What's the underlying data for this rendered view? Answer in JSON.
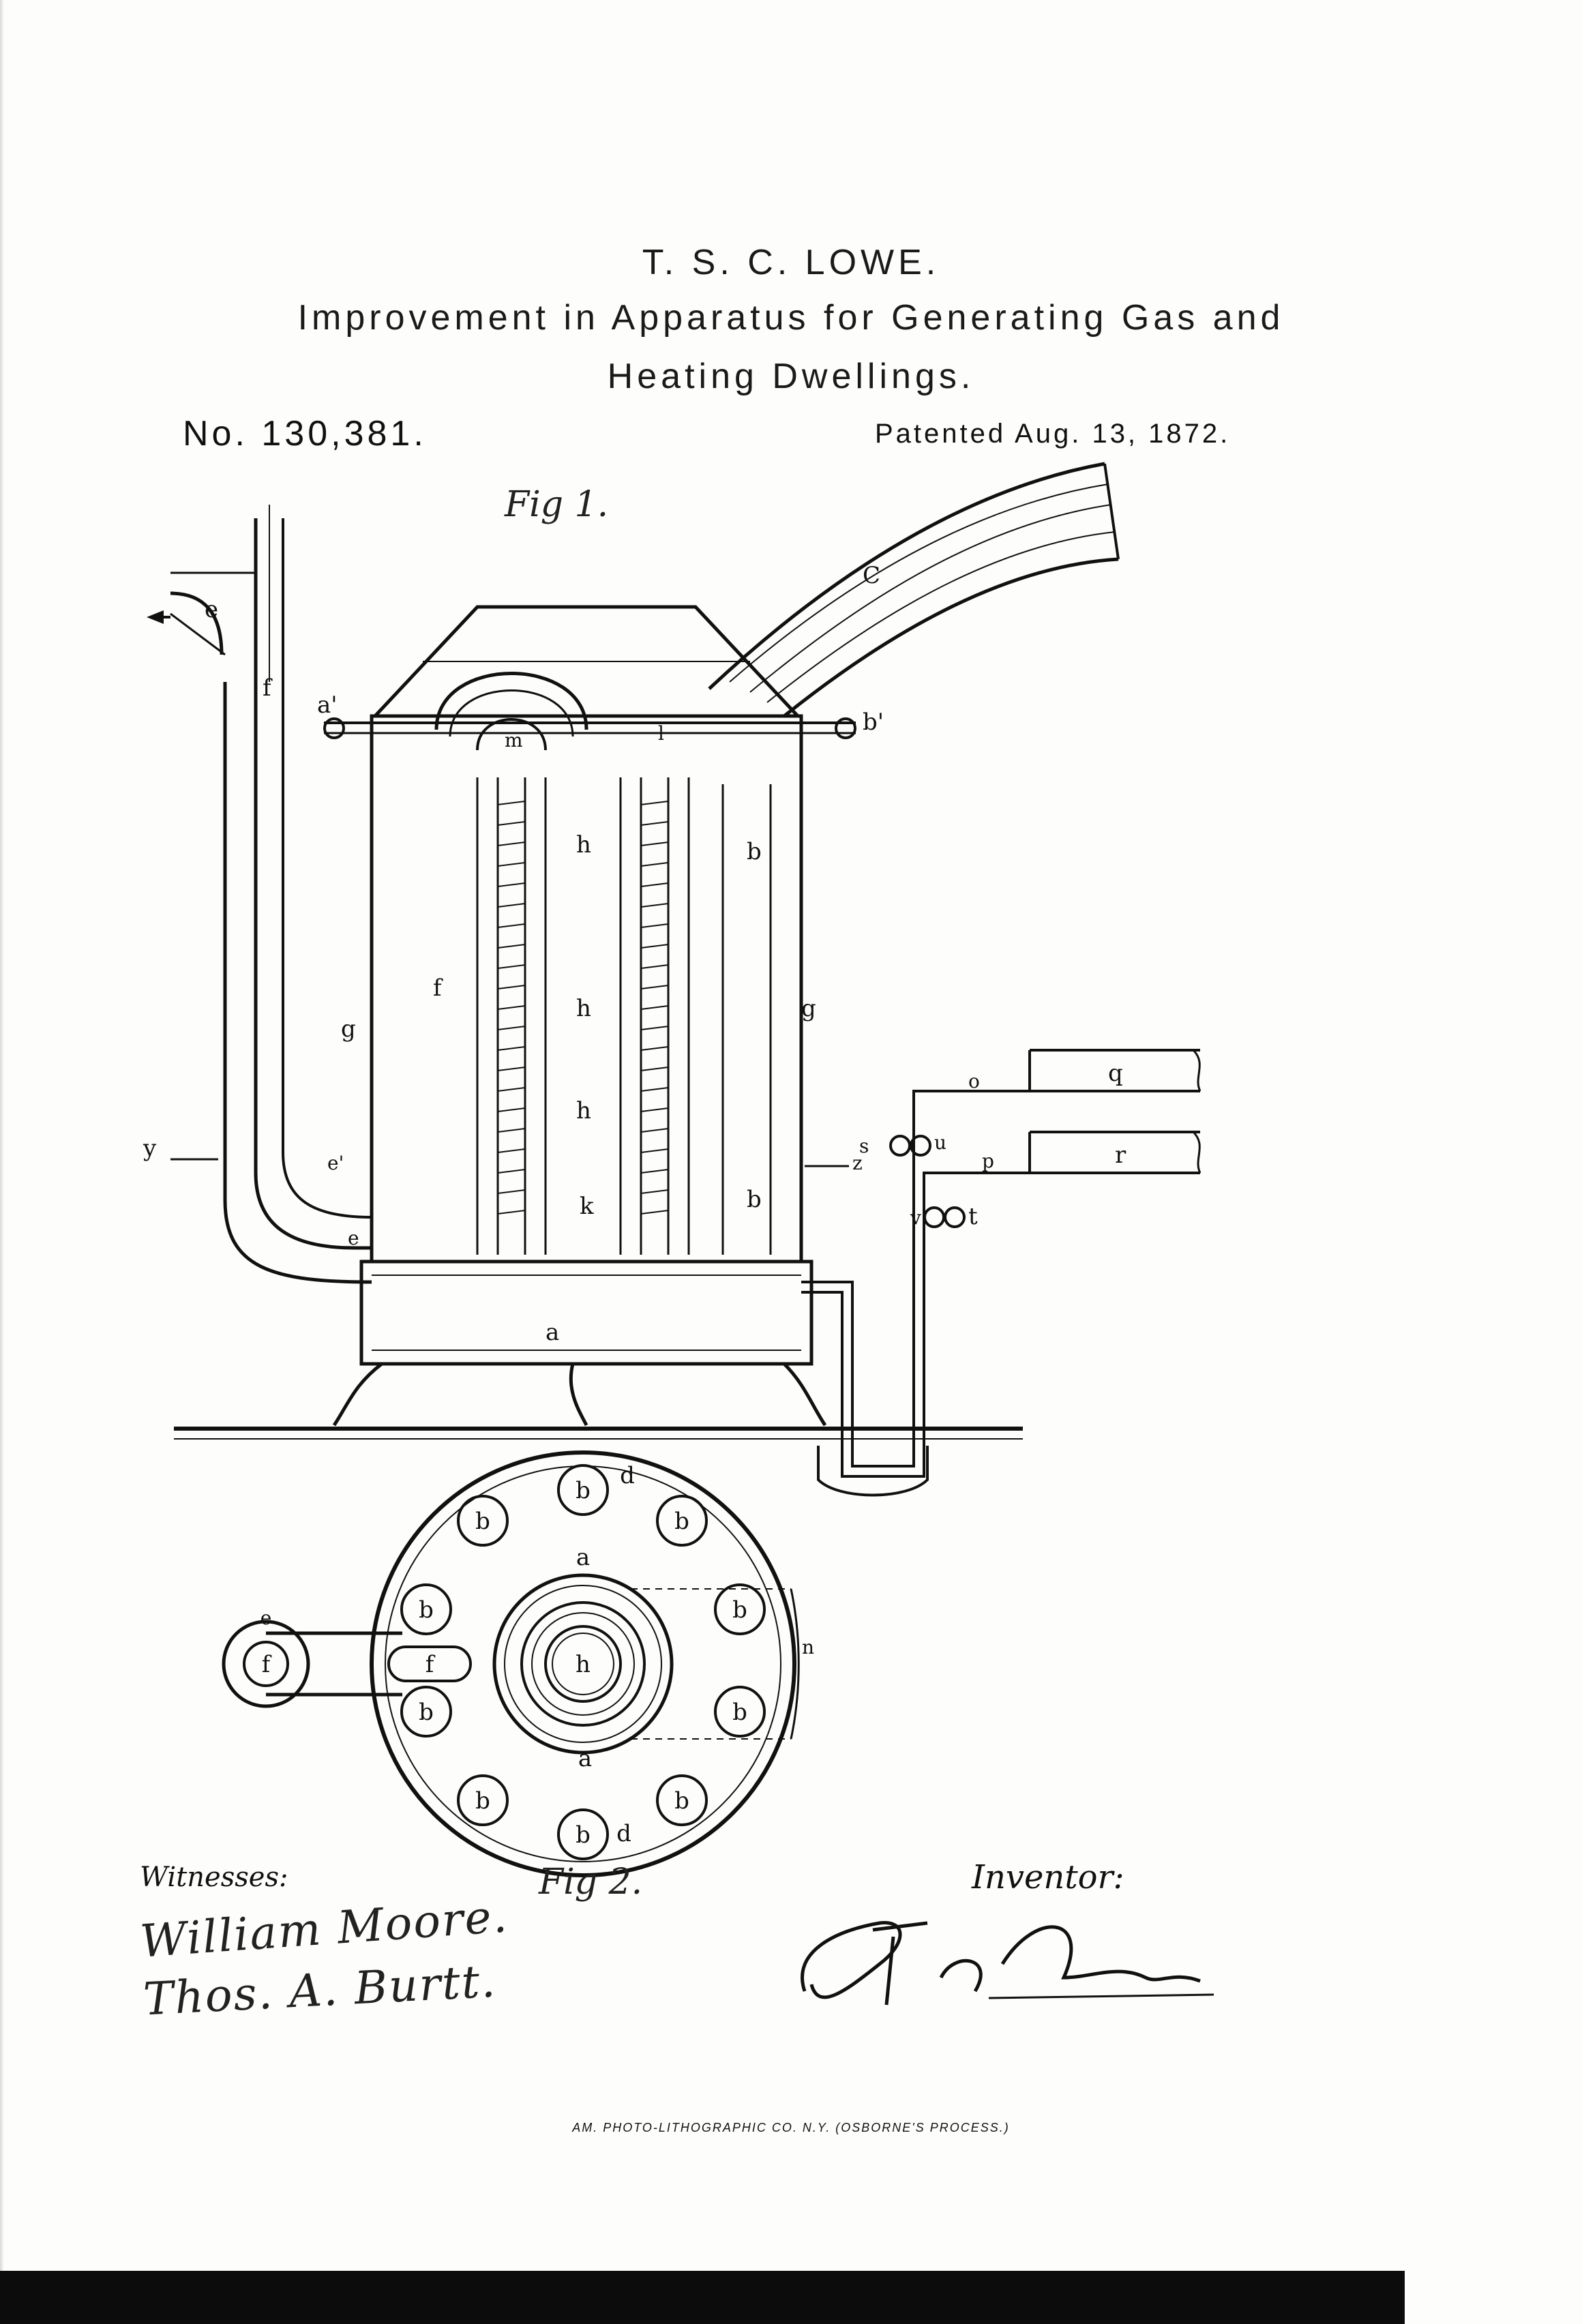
{
  "header": {
    "inventor": "T. S. C. LOWE.",
    "title_line1": "Improvement in Apparatus for Generating Gas and",
    "title_line2": "Heating Dwellings.",
    "patent_number": "No. 130,381.",
    "patent_date": "Patented Aug. 13, 1872."
  },
  "figures": {
    "fig1_label": "Fig 1.",
    "fig2_label": "Fig 2."
  },
  "fig1_labels": {
    "C": "C",
    "e_top": "e",
    "f_top": "f",
    "a1": "a'",
    "b1": "b'",
    "m": "m",
    "l": "l",
    "h1": "h",
    "h2": "h",
    "h3": "h",
    "b_right": "b",
    "b_low": "b",
    "f_mid": "f",
    "g_left": "g",
    "g_right": "g",
    "y": "y",
    "z": "z",
    "e_low": "e",
    "e1": "e'",
    "k": "k",
    "a_base": "a",
    "q": "q",
    "r": "r",
    "o": "o",
    "p": "p",
    "s": "s",
    "u": "u",
    "t": "t",
    "v": "v"
  },
  "fig2_labels": {
    "b": "b",
    "d": "d",
    "a": "a",
    "e": "e",
    "f": "f",
    "h": "h",
    "n": "n"
  },
  "signatures": {
    "witnesses_heading": "Witnesses:",
    "witness1": "William Moore.",
    "witness2": "Thos. A. Burtt.",
    "inventor_heading": "Inventor:"
  },
  "footer": {
    "printer": "AM. PHOTO-LITHOGRAPHIC CO. N.Y. (OSBORNE'S PROCESS.)"
  }
}
